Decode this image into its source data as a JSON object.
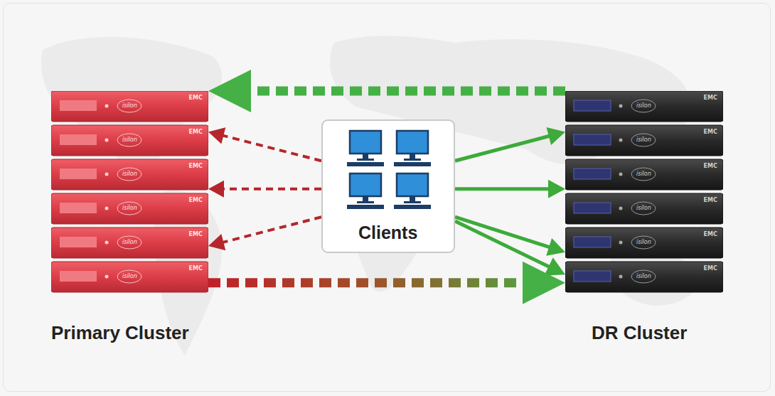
{
  "diagram": {
    "nodes": [
      {
        "text": [
          "Primary Cluster"
        ]
      },
      {
        "text": [
          "Clients"
        ]
      },
      {
        "text": [
          "DR Cluster"
        ]
      }
    ],
    "edges": [
      {
        "from": 2,
        "to": 0,
        "arrow": "to"
      },
      {
        "from": 1,
        "to": 0,
        "arrow": "to"
      },
      {
        "from": 1,
        "to": 0,
        "arrow": "to"
      },
      {
        "from": 1,
        "to": 0,
        "arrow": "to"
      },
      {
        "from": 1,
        "to": 2,
        "arrow": "to"
      },
      {
        "from": 1,
        "to": 2,
        "arrow": "to"
      },
      {
        "from": 1,
        "to": 2,
        "arrow": "to"
      },
      {
        "from": 1,
        "to": 2,
        "arrow": "to"
      },
      {
        "from": 0,
        "to": 2,
        "arrow": "to"
      }
    ],
    "labels": [
      "isilon",
      "EMC",
      "isilon",
      "EMC",
      "isilon",
      "EMC",
      "isilon",
      "EMC",
      "isilon",
      "EMC",
      "isilon",
      "EMC",
      "isilon",
      "EMC",
      "isilon",
      "EMC",
      "isilon",
      "EMC",
      "isilon",
      "EMC",
      "isilon",
      "EMC",
      "isilon",
      "EMC"
    ]
  }
}
